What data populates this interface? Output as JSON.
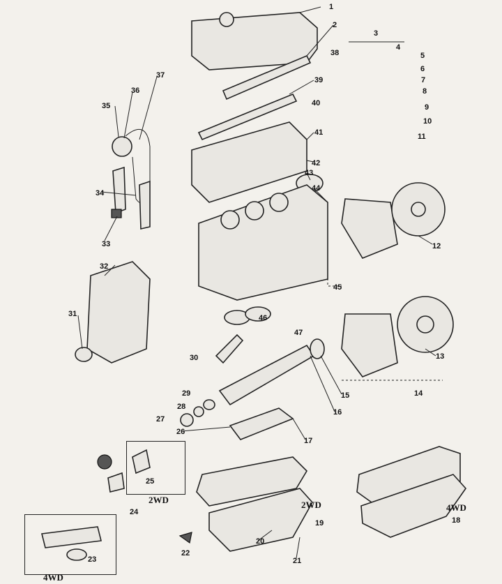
{
  "title": "Engine exploded view",
  "callouts": [
    "1",
    "2",
    "3",
    "4",
    "5",
    "6",
    "7",
    "8",
    "9",
    "10",
    "11",
    "12",
    "13",
    "14",
    "15",
    "16",
    "17",
    "18",
    "19",
    "20",
    "21",
    "22",
    "23",
    "24",
    "25",
    "26",
    "27",
    "28",
    "29",
    "30",
    "31",
    "32",
    "33",
    "34",
    "35",
    "36",
    "37",
    "38",
    "39",
    "40",
    "41",
    "42",
    "43",
    "44",
    "45",
    "46",
    "47"
  ],
  "variants": {
    "oil_pump_2wd": "2WD",
    "oil_pan_2wd": "2WD",
    "oil_pan_4wd": "4WD",
    "oil_pump_4wd": "4WD"
  }
}
